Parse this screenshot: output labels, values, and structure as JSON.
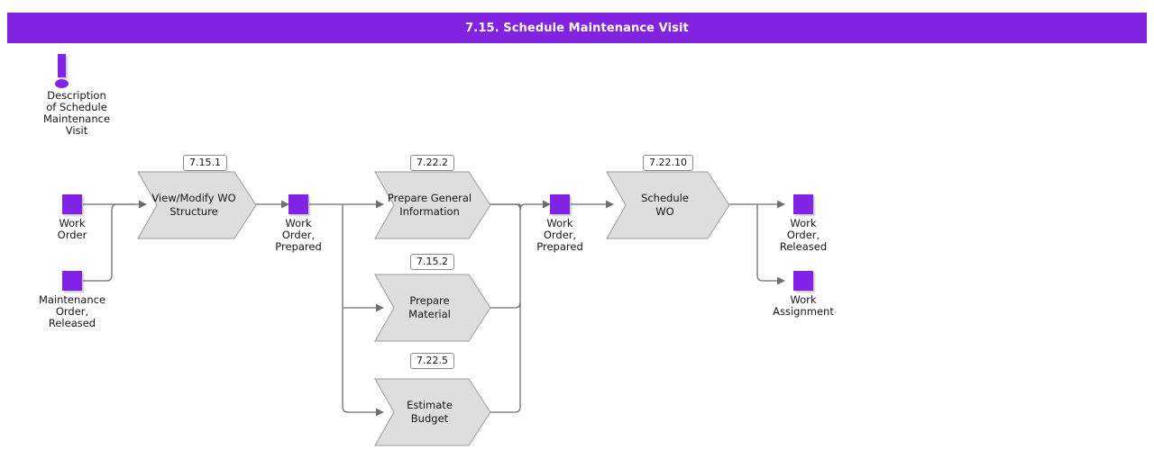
{
  "header": {
    "title": "7.15. Schedule Maintenance Visit",
    "background_color": "#8223e2",
    "text_color": "#ffffff"
  },
  "theme": {
    "object_color": "#8423e8",
    "process_fill": "#dedede",
    "process_stroke": "#9a9a9a",
    "connector_color": "#6e6e6e",
    "tag_border": "#8a8a8a",
    "canvas_background": "#ffffff"
  },
  "note": {
    "icon": "exclamation-mark-icon",
    "text": "Description\nof Schedule\nMaintenance\nVisit"
  },
  "objects": [
    {
      "id": "work-order",
      "label": "Work\nOrder"
    },
    {
      "id": "maintenance-order",
      "label": "Maintenance\nOrder,\nReleased"
    },
    {
      "id": "work-order-prepared-1",
      "label": "Work\nOrder,\nPrepared"
    },
    {
      "id": "work-order-prepared-2",
      "label": "Work\nOrder,\nPrepared"
    },
    {
      "id": "work-order-released",
      "label": "Work\nOrder,\nReleased"
    },
    {
      "id": "work-assignment",
      "label": "Work\nAssignment"
    }
  ],
  "processes": [
    {
      "id": "view-modify-wo-structure",
      "tag": "7.15.1",
      "label": "View/Modify WO\nStructure"
    },
    {
      "id": "prepare-general-information",
      "tag": "7.22.2",
      "label": "Prepare General\nInformation"
    },
    {
      "id": "prepare-material",
      "tag": "7.15.2",
      "label": "Prepare\nMaterial"
    },
    {
      "id": "estimate-budget",
      "tag": "7.22.5",
      "label": "Estimate\nBudget"
    },
    {
      "id": "schedule-wo",
      "tag": "7.22.10",
      "label": "Schedule\nWO"
    }
  ]
}
